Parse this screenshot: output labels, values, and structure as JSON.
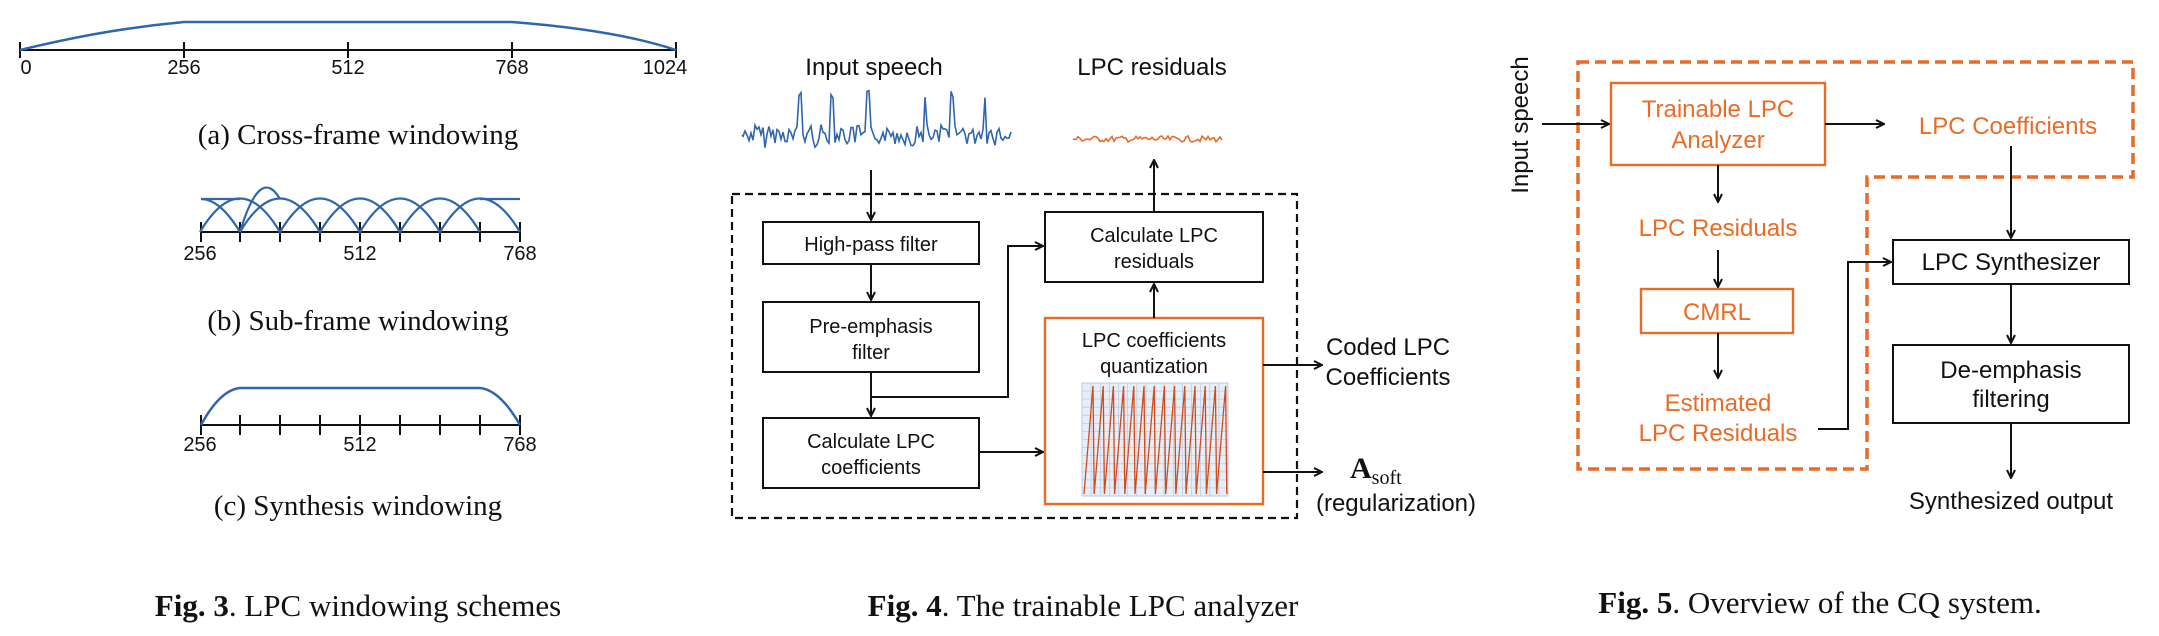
{
  "colors": {
    "ink": "#111111",
    "curve": "#2f66ad",
    "orange": "#ea6b26",
    "grid": "#b9cfe6"
  },
  "fig3": {
    "axis_ticks": [
      "0",
      "256",
      "512",
      "768",
      "1024"
    ],
    "caption_a": "(a)  Cross-frame windowing",
    "axis_b_ticks": [
      "256",
      "512",
      "768"
    ],
    "caption_b": "(b)  Sub-frame windowing",
    "axis_c_ticks": [
      "256",
      "512",
      "768"
    ],
    "caption_c": "(c)  Synthesis windowing",
    "caption_bold": "Fig. 3",
    "caption_rest": ". LPC windowing schemes"
  },
  "fig4": {
    "input_label": "Input speech",
    "residuals_label": "LPC residuals",
    "highpass": "High-pass filter",
    "preemph": [
      "Pre-emphasis",
      "filter"
    ],
    "calc_coef": [
      "Calculate LPC",
      "coefficients"
    ],
    "calc_resid": [
      "Calculate LPC",
      "residuals"
    ],
    "quant": [
      "LPC coefficients",
      "quantization"
    ],
    "coded": [
      "Coded LPC",
      "Coefficients"
    ],
    "asoft_main": "A",
    "asoft_sub": "soft",
    "regularization": "(regularization)",
    "caption_bold": "Fig. 4",
    "caption_rest": ". The trainable LPC analyzer"
  },
  "fig5": {
    "input_label": "Input speech",
    "analyzer": [
      "Trainable LPC",
      "Analyzer"
    ],
    "coefficients": "LPC Coefficients",
    "residuals": "LPC Residuals",
    "cmrl": "CMRL",
    "estimated": [
      "Estimated",
      "LPC Residuals"
    ],
    "synthesizer": "LPC Synthesizer",
    "deemph": [
      "De-emphasis",
      "filtering"
    ],
    "output": "Synthesized output",
    "caption_bold": "Fig. 5",
    "caption_rest": ". Overview of the CQ system."
  }
}
